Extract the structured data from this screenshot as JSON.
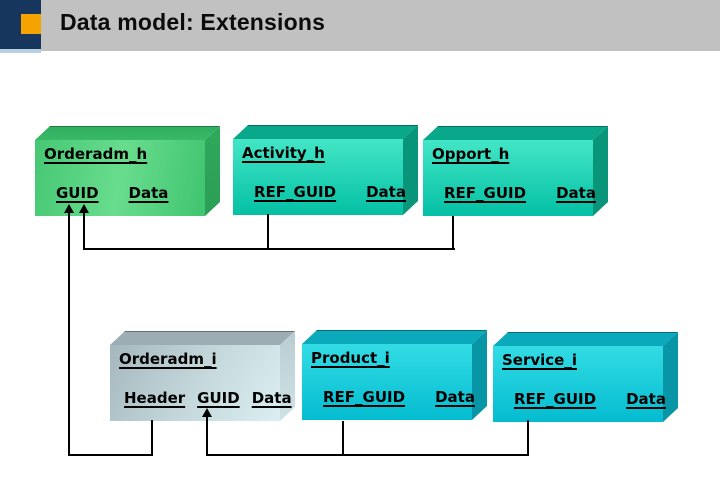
{
  "header": {
    "title": "Data model: Extensions",
    "colors": {
      "navy": "#17365d",
      "orange": "#f5a300",
      "bar": "#c1c1c1"
    }
  },
  "boxes": [
    {
      "title": "Orderadm_h",
      "fields": [
        "GUID",
        "Data"
      ],
      "theme": "green"
    },
    {
      "title": "Activity_h",
      "fields": [
        "REF_GUID",
        "Data"
      ],
      "theme": "teal"
    },
    {
      "title": "Opport_h",
      "fields": [
        "REF_GUID",
        "Data"
      ],
      "theme": "teal"
    },
    {
      "title": "Orderadm_i",
      "fields": [
        "Header",
        "GUID",
        "Data"
      ],
      "theme": "silver"
    },
    {
      "title": "Product_i",
      "fields": [
        "REF_GUID",
        "Data"
      ],
      "theme": "cyan"
    },
    {
      "title": "Service_i",
      "fields": [
        "REF_GUID",
        "Data"
      ],
      "theme": "cyan"
    }
  ],
  "connections": [
    {
      "from": "Orderadm_i.Header",
      "to": "Orderadm_h.GUID"
    },
    {
      "from": "Activity_h.REF_GUID",
      "to": "Orderadm_h.GUID"
    },
    {
      "from": "Opport_h.REF_GUID",
      "to": "Orderadm_h.GUID"
    },
    {
      "from": "Product_i.REF_GUID",
      "to": "Orderadm_i.GUID"
    },
    {
      "from": "Service_i.REF_GUID",
      "to": "Orderadm_i.GUID"
    }
  ]
}
